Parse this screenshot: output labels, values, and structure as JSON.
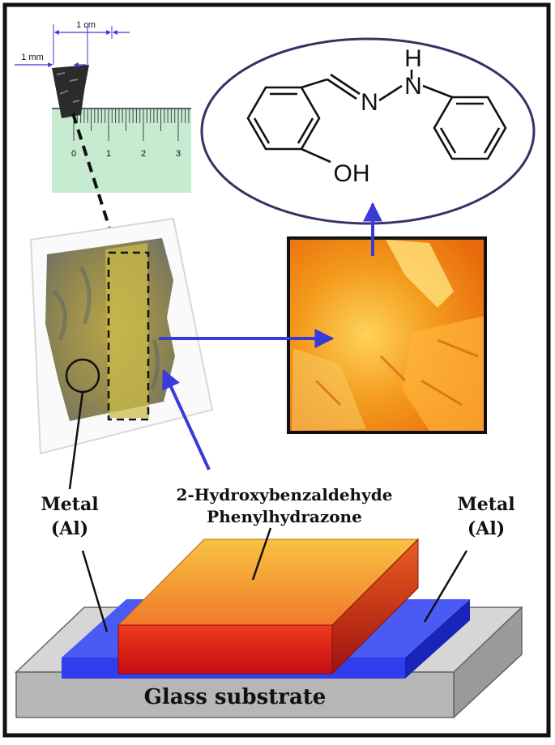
{
  "ruler": {
    "cm_label": "1 cm",
    "mm_label": "1 mm",
    "ticks": [
      "0",
      "1",
      "2",
      "3"
    ]
  },
  "molecule": {
    "atom_n1": "N",
    "atom_n2": "N",
    "atom_h": "H",
    "atom_oh": "OH"
  },
  "labels": {
    "compound_line1": "2-Hydroxybenzaldehyde",
    "compound_line2": "Phenylhydrazone",
    "metal_left_line1": "Metal",
    "metal_left_line2": "(Al)",
    "metal_right_line1": "Metal",
    "metal_right_line2": "(Al)",
    "substrate": "Glass substrate"
  },
  "colors": {
    "arrow": "#3a3ad8",
    "electrode": "#2f3ff0",
    "substrate": "#b4b4b4",
    "film_top": "#f5a623",
    "film_front": "#e01818",
    "micrograph": "#f08a10"
  }
}
